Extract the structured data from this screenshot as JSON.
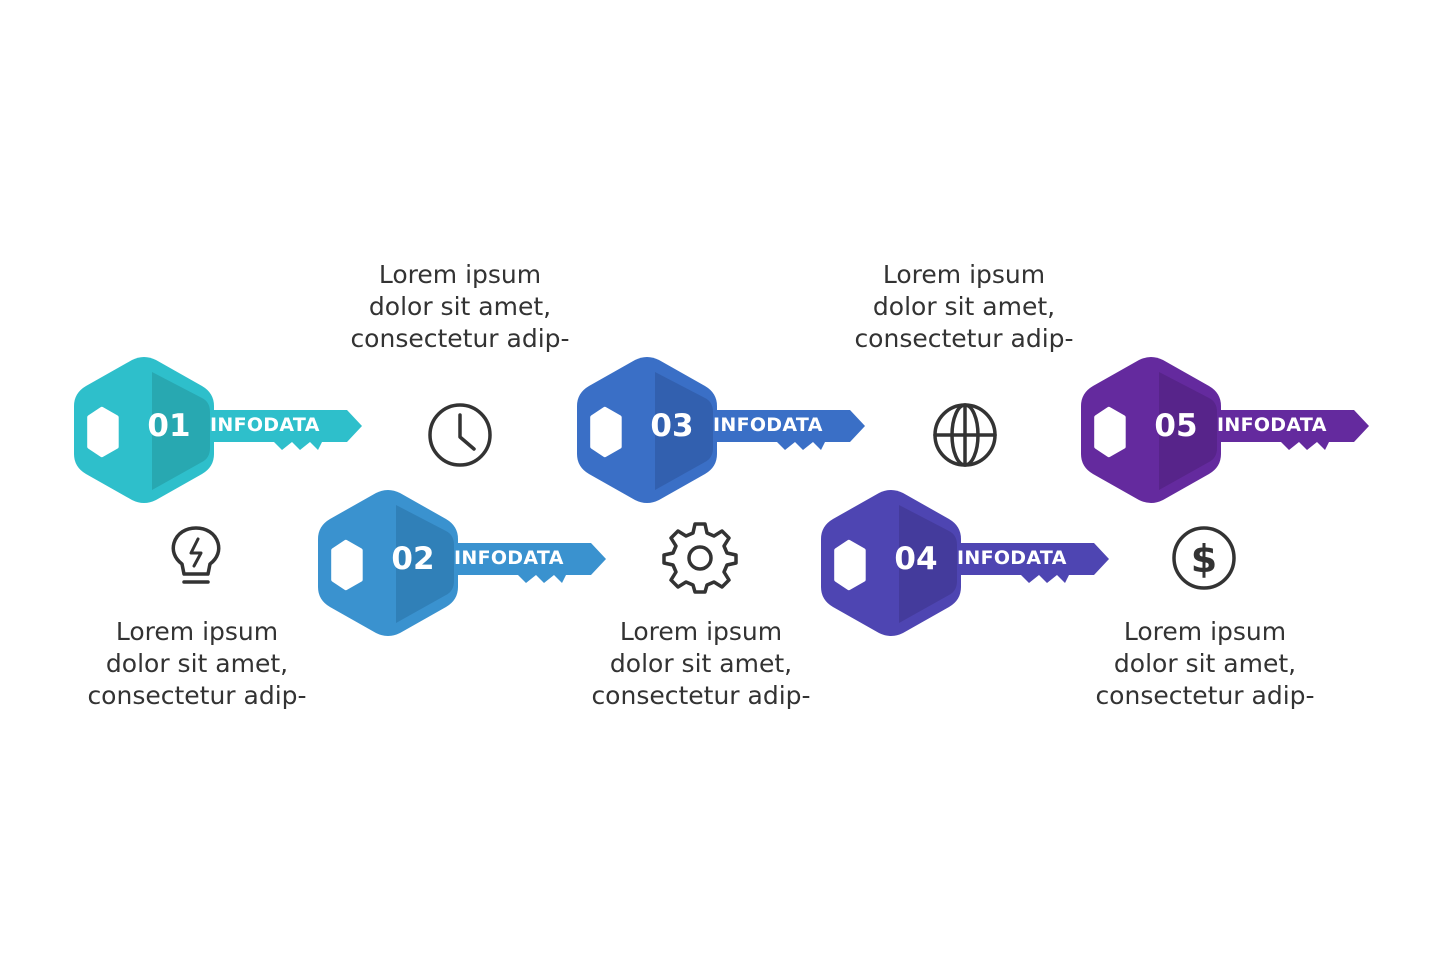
{
  "steps": [
    {
      "number": "01",
      "label": "INFODATA",
      "color": "#2ebfcb",
      "shade": "#27a3ad",
      "icon": "lightbulb-icon",
      "text": [
        "Lorem ipsum",
        "dolor sit amet,",
        "consectetur adip-"
      ]
    },
    {
      "number": "02",
      "label": "INFODATA",
      "color": "#3a92cf",
      "shade": "#2f7cb4",
      "icon": "clock-icon",
      "text": [
        "Lorem ipsum",
        "dolor sit amet,",
        "consectetur adip-"
      ]
    },
    {
      "number": "03",
      "label": "INFODATA",
      "color": "#3a6fc6",
      "shade": "#315eaa",
      "icon": "gear-icon",
      "text": [
        "Lorem ipsum",
        "dolor sit amet,",
        "consectetur adip-"
      ]
    },
    {
      "number": "04",
      "label": "INFODATA",
      "color": "#4e45b2",
      "shade": "#433a98",
      "icon": "globe-icon",
      "text": [
        "Lorem ipsum",
        "dolor sit amet,",
        "consectetur adip-"
      ]
    },
    {
      "number": "05",
      "label": "INFODATA",
      "color": "#642a9e",
      "shade": "#552386",
      "icon": "dollar-icon",
      "text": [
        "Lorem ipsum",
        "dolor sit amet,",
        "consectetur adip-"
      ]
    }
  ],
  "icon_color": "#333333"
}
